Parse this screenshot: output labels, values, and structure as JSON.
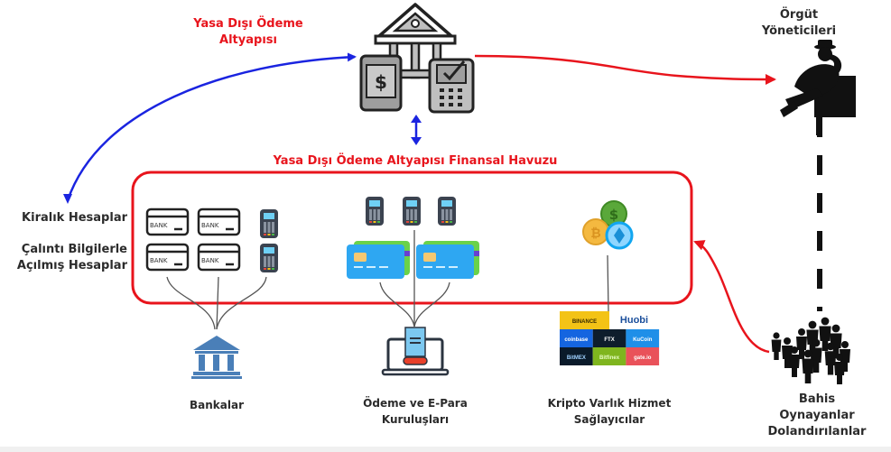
{
  "title_infrastructure": [
    "Yasa Dışı Ödeme",
    "Altyapısı"
  ],
  "pool_title": "Yasa Dışı Ödeme Altyapısı Finansal Havuzu",
  "leaders_label": [
    "Örgüt",
    "Yöneticileri"
  ],
  "left_labels": {
    "rented": "Kiralık Hesaplar",
    "stolen": [
      "Çalıntı Bilgilerle",
      "Açılmış Hesaplar"
    ]
  },
  "bank_card_text": "BANK",
  "groups": {
    "banks": "Bankalar",
    "payment": [
      "Ödeme ve E-Para",
      "Kuruluşları"
    ],
    "crypto": [
      "Kripto Varlık Hizmet",
      "Sağlayıcılar"
    ]
  },
  "victims_label": [
    "Bahis",
    "Oynayanlar",
    "Dolandırılanlar"
  ],
  "exchanges": [
    {
      "name": "BINANCE",
      "color": "#f3c316",
      "text": "#3a2d00"
    },
    {
      "name": "Huobi",
      "color": "#ffffff",
      "text": "#1b4f9c"
    },
    {
      "name": "coinbase",
      "color": "#1565e0",
      "text": "#ffffff"
    },
    {
      "name": "FTX",
      "color": "#0e1d2c",
      "text": "#ffffff"
    },
    {
      "name": "KuCoin",
      "color": "#1f8fe8",
      "text": "#ffffff"
    },
    {
      "name": "BitMEX",
      "color": "#0a1a2a",
      "text": "#9fd1ff"
    },
    {
      "name": "Bitfinex",
      "color": "#7fb51e",
      "text": "#eaffc9"
    },
    {
      "name": "gate.io",
      "color": "#e9525a",
      "text": "#ffffff"
    }
  ],
  "colors": {
    "red": "#e8141c",
    "blue": "#1a24e0",
    "black": "#111111"
  },
  "icons": {
    "infra": "bank-phone-pos-icon",
    "leader": "mafia-boss-icon",
    "crowd": "crowd-icon",
    "bank": "bank-building-icon",
    "payment": "laptop-receipt-icon",
    "crypto": "crypto-coins-icon"
  }
}
